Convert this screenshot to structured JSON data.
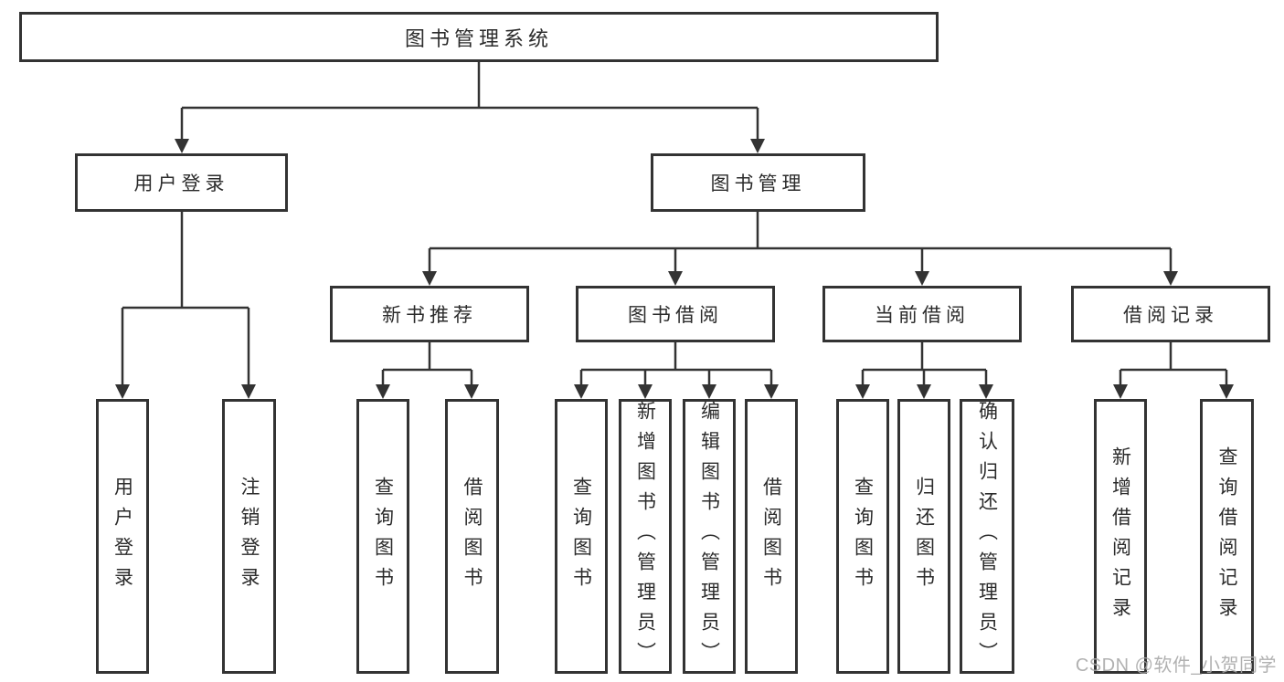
{
  "diagram_title": "图书管理系统",
  "tree": {
    "root": {
      "label": "图书管理系统"
    },
    "branches": [
      {
        "label": "用户登录",
        "children": [
          {
            "label": "用户登录"
          },
          {
            "label": "注销登录"
          }
        ]
      },
      {
        "label": "图书管理",
        "children": [
          {
            "label": "新书推荐",
            "children": [
              {
                "label": "查询图书"
              },
              {
                "label": "借阅图书"
              }
            ]
          },
          {
            "label": "图书借阅",
            "children": [
              {
                "label": "查询图书"
              },
              {
                "label": "新增图书（管理员）"
              },
              {
                "label": "编辑图书（管理员）"
              },
              {
                "label": "借阅图书"
              }
            ]
          },
          {
            "label": "当前借阅",
            "children": [
              {
                "label": "查询图书"
              },
              {
                "label": "归还图书"
              },
              {
                "label": "确认归还（管理员）"
              }
            ]
          },
          {
            "label": "借阅记录",
            "children": [
              {
                "label": "新增借阅记录"
              },
              {
                "label": "查询借阅记录"
              }
            ]
          }
        ]
      }
    ]
  },
  "watermark": {
    "text": "CSDN @软件_小贺同学"
  },
  "colors": {
    "line": "#333333",
    "text": "#2b2b2b",
    "box_background": "#ffffff",
    "watermark": "#a9a9a9"
  }
}
